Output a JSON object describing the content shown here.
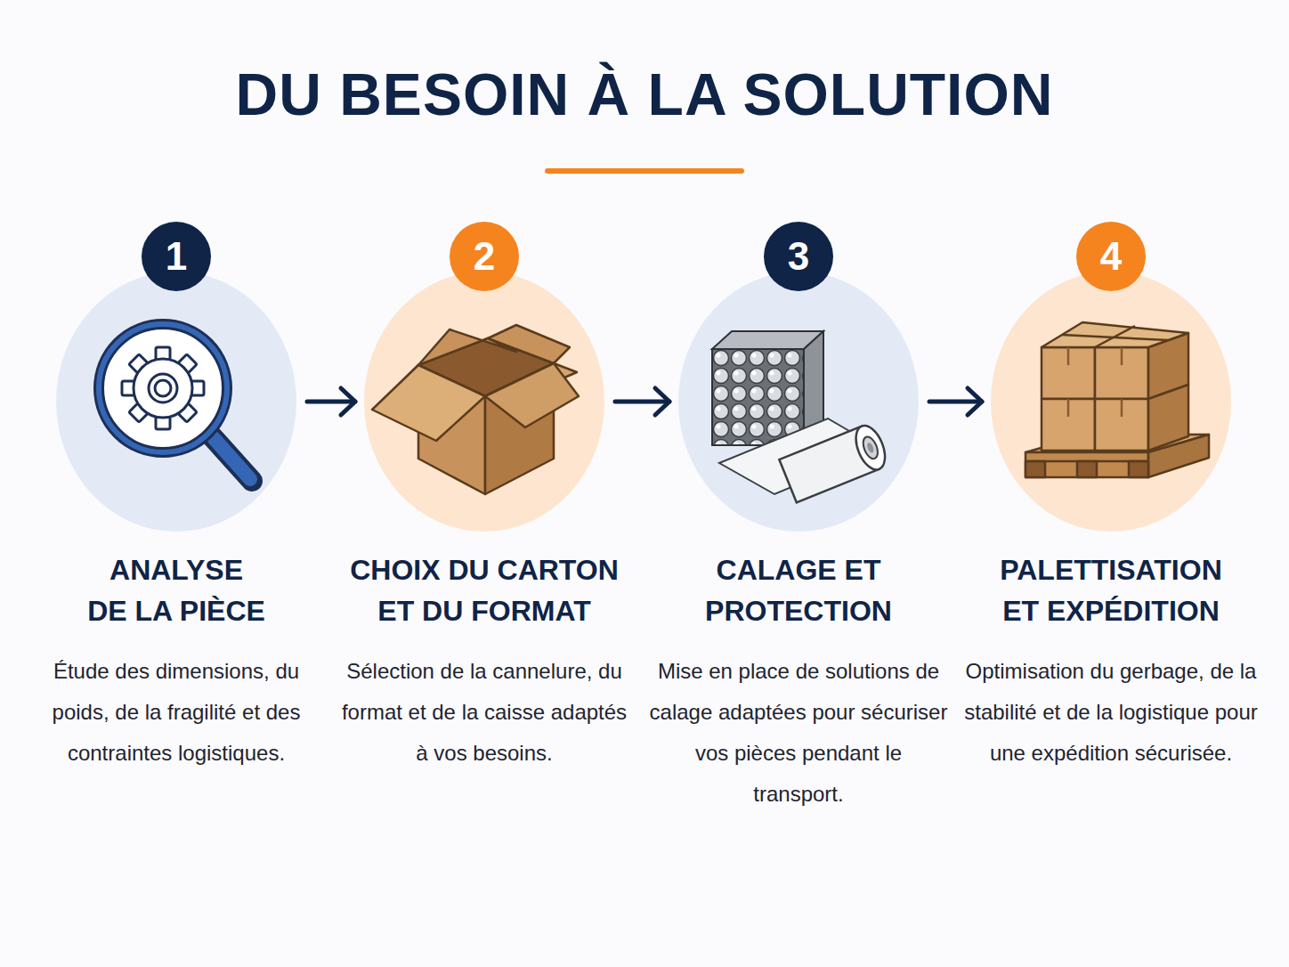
{
  "diagram": {
    "title": "DU BESOIN À LA SOLUTION",
    "nodes": [
      {
        "text": [
          "ANALYSE DE LA PIÈCE",
          "Étude des dimensions, du poids, de la fragilité et des contraintes logistiques."
        ]
      },
      {
        "text": [
          "1"
        ],
        "in": 0
      },
      {
        "text": [
          "CHOIX DU CARTON ET DU FORMAT",
          "Sélection de la cannelure, du format et de la caisse adaptés à vos besoins."
        ]
      },
      {
        "text": [
          "2"
        ],
        "in": 2
      },
      {
        "text": [
          "CALAGE ET PROTECTION",
          "Mise en place de solutions de calage adaptées pour sécuriser vos pièces pendant le transport."
        ]
      },
      {
        "text": [
          "3"
        ],
        "in": 4
      },
      {
        "text": [
          "PALETTISATION ET EXPÉDITION",
          "Optimisation du gerbage, de la stabilité et de la logistique pour une expédition sécurisée."
        ]
      },
      {
        "text": [
          "4"
        ],
        "in": 6
      }
    ],
    "edges": [
      {
        "from": 0,
        "to": 2,
        "arrow": "to"
      },
      {
        "from": 2,
        "to": 4,
        "arrow": "to"
      },
      {
        "from": 4,
        "to": 6,
        "arrow": "to"
      }
    ]
  }
}
